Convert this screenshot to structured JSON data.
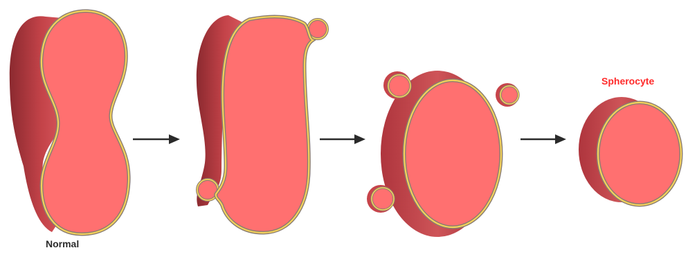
{
  "labels": {
    "normal": "Normal",
    "spherocyte": "Spherocyte"
  },
  "stages": [
    {
      "name": "normal-cell",
      "label": "Normal"
    },
    {
      "name": "budding-cell",
      "label": ""
    },
    {
      "name": "vesiculating-cell",
      "label": ""
    },
    {
      "name": "spherocyte-cell",
      "label": "Spherocyte"
    }
  ],
  "colors": {
    "cell_face": "#ff7070",
    "cell_side": "#c7444a",
    "cell_side_dark": "#8e2a30",
    "membrane_outer": "#8a7d70",
    "membrane_inner": "#f4d25a",
    "arrow": "#2a2a2a",
    "spherocyte_label": "#ff2a2a",
    "normal_label": "#2b2b2b"
  }
}
